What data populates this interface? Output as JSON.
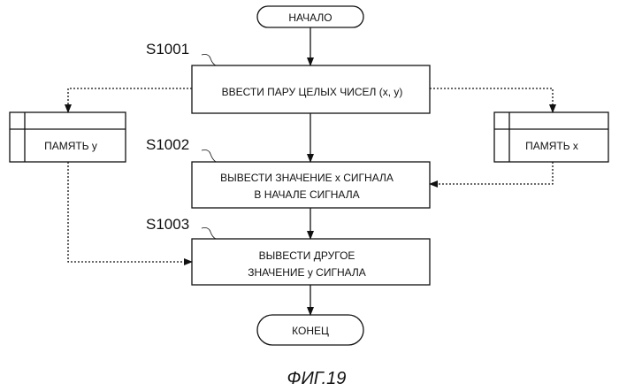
{
  "flowchart": {
    "start": "НАЧАЛО",
    "end": "КОНЕЦ",
    "steps": [
      {
        "id": "S1001",
        "lines": [
          "ВВЕСТИ ПАРУ ЦЕЛЫХ ЧИСЕЛ (x, y)"
        ]
      },
      {
        "id": "S1002",
        "lines": [
          "ВЫВЕСТИ ЗНАЧЕНИЕ x СИГНАЛА",
          "В НАЧАЛЕ СИГНАЛА"
        ]
      },
      {
        "id": "S1003",
        "lines": [
          "ВЫВЕСТИ ДРУГОЕ",
          "ЗНАЧЕНИЕ y СИГНАЛА"
        ]
      }
    ],
    "memory_y": "ПАМЯТЬ y",
    "memory_x": "ПАМЯТЬ x"
  },
  "caption": "ФИГ.19"
}
